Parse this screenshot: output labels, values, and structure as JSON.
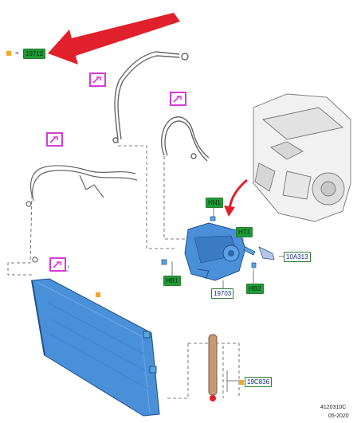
{
  "legend": {
    "part": "19712",
    "symbol": "=",
    "key_color": "#f5a623"
  },
  "labels": {
    "hn1": "HN1",
    "ht1": "HT1",
    "a313": "10A313",
    "hb1": "HB1",
    "hb2": "HB2",
    "c19703": "19703",
    "c19c836": "19C836"
  },
  "footer": {
    "code": "4120310C",
    "date": "05-2020"
  },
  "colors": {
    "arrow": "#e0202a",
    "part_blue": "#4a90d9",
    "pink": "#d63bd6",
    "green_label": "#1e9c3a"
  }
}
